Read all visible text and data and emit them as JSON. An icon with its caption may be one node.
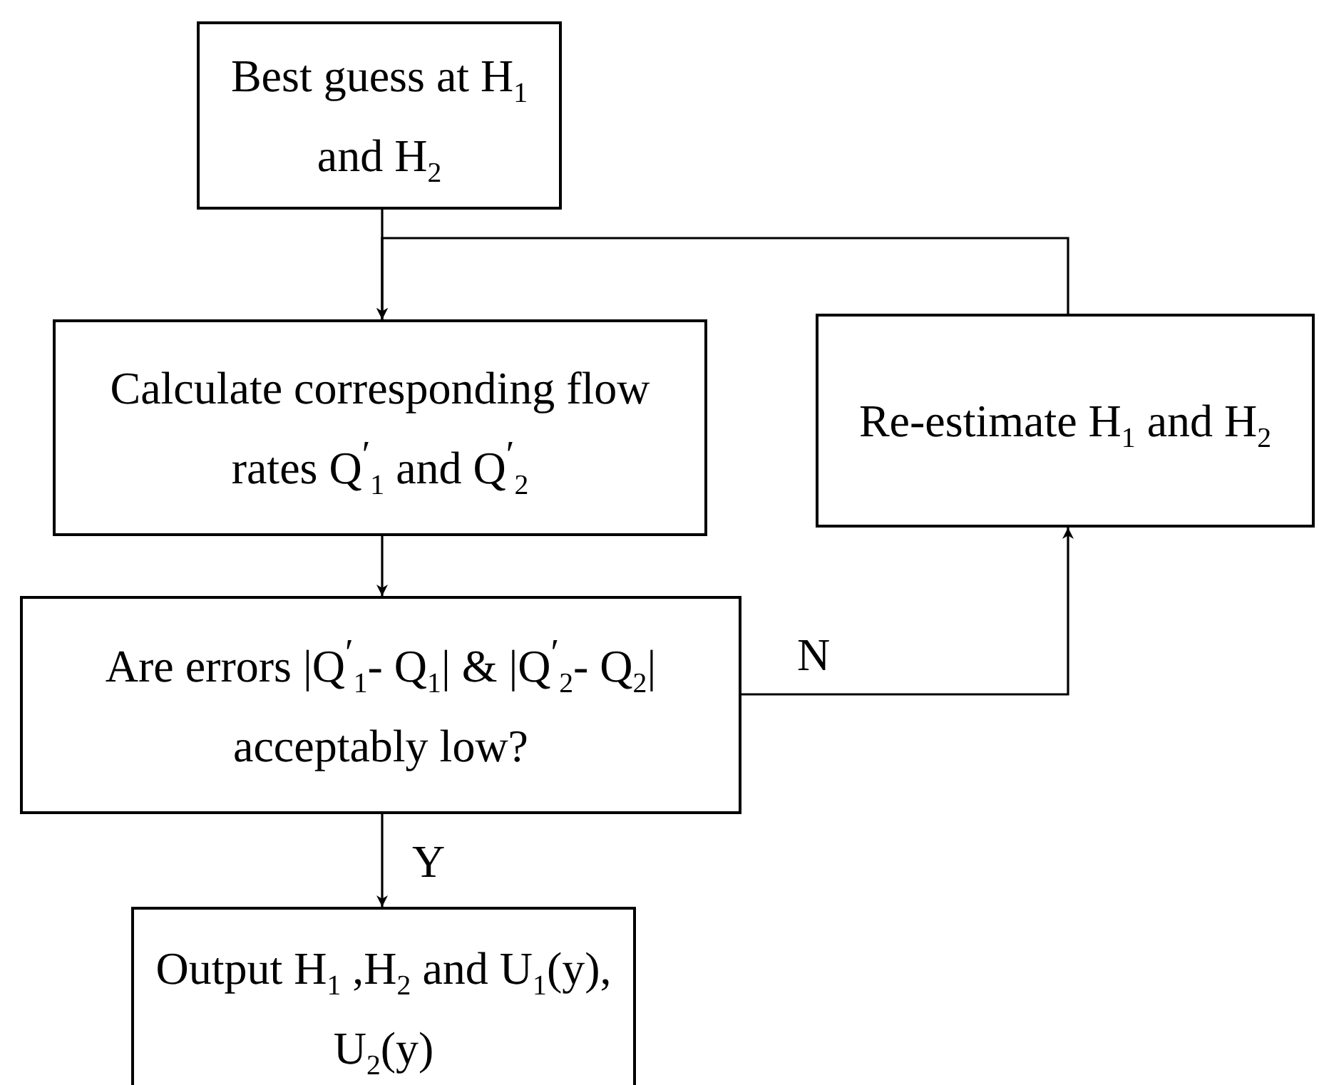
{
  "diagram": {
    "nodes": [
      {
        "text": [
          "Best guess at H$_{1}$ and H$_{2}$"
        ]
      },
      {
        "text": [
          "Calculate corresponding flow rates Q$^{′}$$_{1}$ and Q$^{′}$$_{2}$"
        ]
      },
      {
        "text": [
          "Are errors  |Q$^{′}$$_{1}$- Q$_{1}$| & |Q$^{′}$$_{2}$- Q$_{2}$| acceptably low?"
        ]
      },
      {
        "text": [
          "Re-estimate H$_{1}$ and H$_{2}$"
        ]
      },
      {
        "text": [
          "Output H$_{1}$ ,H$_{2}$ and U$_{1}$(y), U$_{2}$(y)"
        ]
      }
    ],
    "edges": [
      {
        "from": 0,
        "to": 1,
        "arrow": "to"
      },
      {
        "from": 3,
        "to": 1,
        "arrow": "to"
      },
      {
        "from": 1,
        "to": 2,
        "arrow": "to"
      },
      {
        "from": 2,
        "to": 3,
        "arrow": "to",
        "label": "N"
      },
      {
        "from": 2,
        "to": 4,
        "arrow": "to",
        "label": "Y"
      }
    ]
  }
}
